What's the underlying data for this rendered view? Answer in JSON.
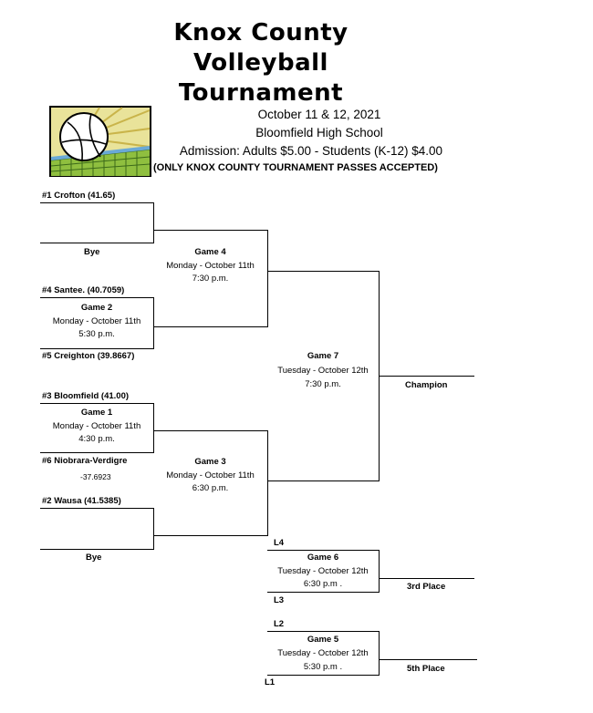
{
  "header": {
    "title_lines": [
      "Knox County",
      "Volleyball",
      "Tournament"
    ],
    "dates": "October 11 & 12, 2021",
    "location": "Bloomfield High School",
    "admission": "Admission:  Adults $5.00  -  Students (K-12) $4.00",
    "passes_note": "(ONLY KNOX COUNTY TOURNAMENT PASSES ACCEPTED)"
  },
  "teams": {
    "t1": "#1  Crofton (41.65)",
    "bye_top": "Bye",
    "t4": "#4  Santee. (40.7059)",
    "t5": "#5  Creighton (39.8667)",
    "t3": "#3  Bloomfield (41.00)",
    "t6": "#6  Niobrara-Verdigre",
    "t6_score": "-37.6923",
    "t2": "#2  Wausa (41.5385)",
    "bye_bottom": "Bye"
  },
  "games": {
    "g1": {
      "title": "Game 1",
      "day": "Monday - October 11th",
      "time": "4:30 p.m."
    },
    "g2": {
      "title": "Game 2",
      "day": "Monday - October 11th",
      "time": "5:30 p.m."
    },
    "g3": {
      "title": "Game 3",
      "day": "Monday - October 11th",
      "time": "6:30 p.m."
    },
    "g4": {
      "title": "Game 4",
      "day": "Monday - October 11th",
      "time": "7:30 p.m."
    },
    "g5": {
      "title": "Game 5",
      "day": "Tuesday - October 12th",
      "time": "5:30 p.m ."
    },
    "g6": {
      "title": "Game 6",
      "day": "Tuesday - October 12th",
      "time": "6:30 p.m ."
    },
    "g7": {
      "title": "Game 7",
      "day": "Tuesday - October 12th",
      "time": "7:30 p.m."
    }
  },
  "labels": {
    "champion": "Champion",
    "third": "3rd Place",
    "fifth": "5th Place",
    "l1": "L1",
    "l2": "L2",
    "l3": "L3",
    "l4": "L4"
  }
}
